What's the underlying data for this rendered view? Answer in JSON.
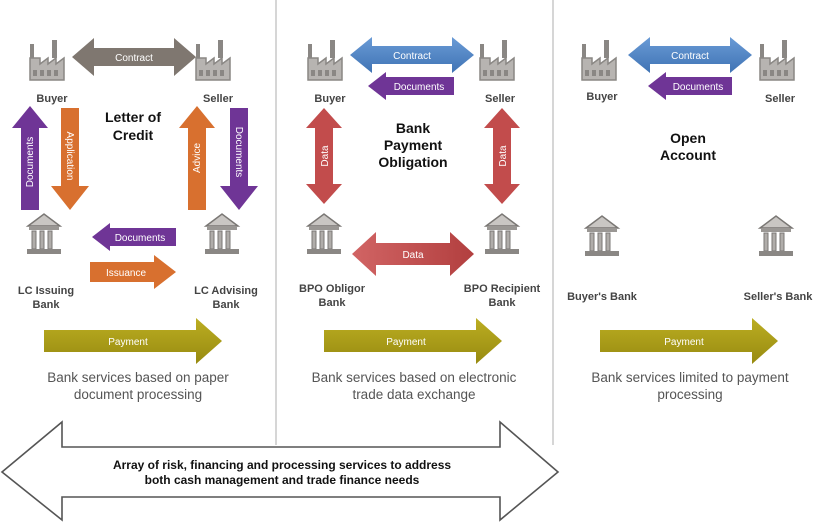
{
  "panels": {
    "lc": {
      "title": [
        "Letter of",
        "Credit"
      ],
      "buyer": "Buyer",
      "seller": "Seller",
      "contract": "Contract",
      "documents_left": "Documents",
      "application": "Application",
      "advice": "Advice",
      "documents_right": "Documents",
      "documents_mid": "Documents",
      "issuance": "Issuance",
      "bank_left": [
        "LC Issuing",
        "Bank"
      ],
      "bank_right": [
        "LC Advising",
        "Bank"
      ],
      "payment": "Payment",
      "desc": [
        "Bank services based on paper",
        "document processing"
      ]
    },
    "bpo": {
      "title": [
        "Bank",
        "Payment",
        "Obligation"
      ],
      "buyer": "Buyer",
      "seller": "Seller",
      "contract": "Contract",
      "documents": "Documents",
      "data_left": "Data",
      "data_right": "Data",
      "data_mid": "Data",
      "bank_left": [
        "BPO Obligor",
        "Bank"
      ],
      "bank_right": [
        "BPO Recipient",
        "Bank"
      ],
      "payment": "Payment",
      "desc": [
        "Bank services based on electronic",
        "trade data exchange"
      ]
    },
    "oa": {
      "title": [
        "Open",
        "Account"
      ],
      "buyer": "Buyer",
      "seller": "Seller",
      "contract": "Contract",
      "documents": "Documents",
      "bank_left": "Buyer's Bank",
      "bank_right": "Seller's  Bank",
      "payment": "Payment",
      "desc": [
        "Bank services limited to payment",
        "processing"
      ]
    }
  },
  "bottom": [
    "Array of risk, financing and processing services to address",
    "both cash management and trade finance needs"
  ],
  "colors": {
    "contract_gray": "#7f7770",
    "blue": "#4f86c6",
    "purple": "#6f3596",
    "orange": "#d8702f",
    "red": "#c24c4c",
    "olive": "#a79a16",
    "icon": "#8a8784"
  }
}
